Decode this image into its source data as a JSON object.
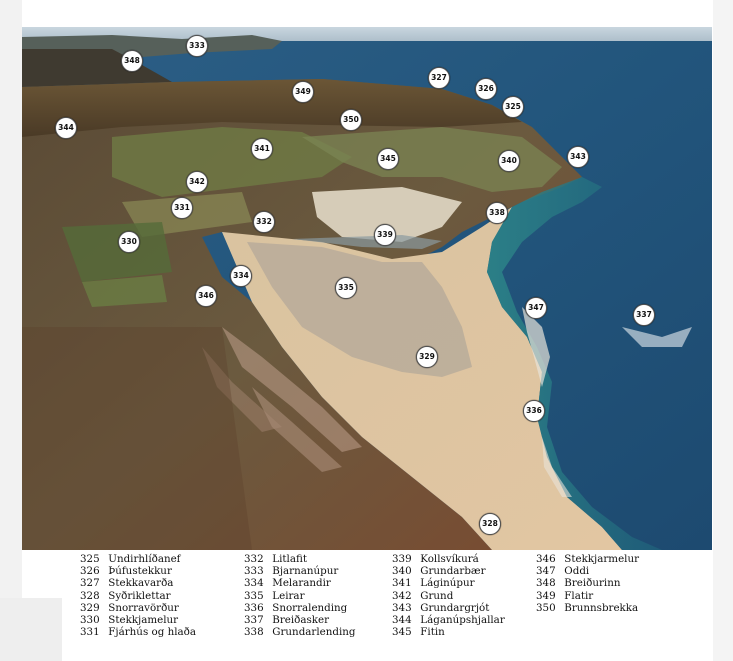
{
  "map": {
    "markers": [
      {
        "id": "325",
        "label": "325"
      },
      {
        "id": "326",
        "label": "326"
      },
      {
        "id": "327",
        "label": "327"
      },
      {
        "id": "328",
        "label": "328"
      },
      {
        "id": "329",
        "label": "329"
      },
      {
        "id": "330",
        "label": "330"
      },
      {
        "id": "331",
        "label": "331"
      },
      {
        "id": "332",
        "label": "332"
      },
      {
        "id": "333",
        "label": "333"
      },
      {
        "id": "334",
        "label": "334"
      },
      {
        "id": "335",
        "label": "335"
      },
      {
        "id": "336",
        "label": "336"
      },
      {
        "id": "337",
        "label": "337"
      },
      {
        "id": "338",
        "label": "338"
      },
      {
        "id": "339",
        "label": "339"
      },
      {
        "id": "340",
        "label": "340"
      },
      {
        "id": "341",
        "label": "341"
      },
      {
        "id": "342",
        "label": "342"
      },
      {
        "id": "343",
        "label": "343"
      },
      {
        "id": "344",
        "label": "344"
      },
      {
        "id": "345",
        "label": "345"
      },
      {
        "id": "346",
        "label": "346"
      },
      {
        "id": "347",
        "label": "347"
      },
      {
        "id": "348",
        "label": "348"
      },
      {
        "id": "349",
        "label": "349"
      },
      {
        "id": "350",
        "label": "350"
      }
    ]
  },
  "legend": {
    "columns": [
      [
        {
          "num": "325",
          "name": "Undirhlíðanef"
        },
        {
          "num": "326",
          "name": "Þúfustekkur"
        },
        {
          "num": "327",
          "name": "Stekkavarða"
        },
        {
          "num": "328",
          "name": "Syðriklettar"
        },
        {
          "num": "329",
          "name": "Snorravörður"
        },
        {
          "num": "330",
          "name": "Stekkjamelur"
        },
        {
          "num": "331",
          "name": "Fjárhús og hlaða"
        }
      ],
      [
        {
          "num": "332",
          "name": "Litlafit"
        },
        {
          "num": "333",
          "name": "Bjarnanúpur"
        },
        {
          "num": "334",
          "name": "Melarandir"
        },
        {
          "num": "335",
          "name": "Leirar"
        },
        {
          "num": "336",
          "name": "Snorralending"
        },
        {
          "num": "337",
          "name": "Breiðasker"
        },
        {
          "num": "338",
          "name": "Grundarlending"
        }
      ],
      [
        {
          "num": "339",
          "name": "Kollsvíkurá"
        },
        {
          "num": "340",
          "name": "Grundarbær"
        },
        {
          "num": "341",
          "name": "Láginúpur"
        },
        {
          "num": "342",
          "name": "Grund"
        },
        {
          "num": "343",
          "name": "Grundargrjót"
        },
        {
          "num": "344",
          "name": "Láganúpshjallar"
        },
        {
          "num": "345",
          "name": "Fitin"
        }
      ],
      [
        {
          "num": "346",
          "name": "Stekkjarmelur"
        },
        {
          "num": "347",
          "name": "Oddi"
        },
        {
          "num": "348",
          "name": "Breiðurinn"
        },
        {
          "num": "349",
          "name": "Flatir"
        },
        {
          "num": "350",
          "name": "Brunnsbrekka"
        }
      ]
    ]
  }
}
